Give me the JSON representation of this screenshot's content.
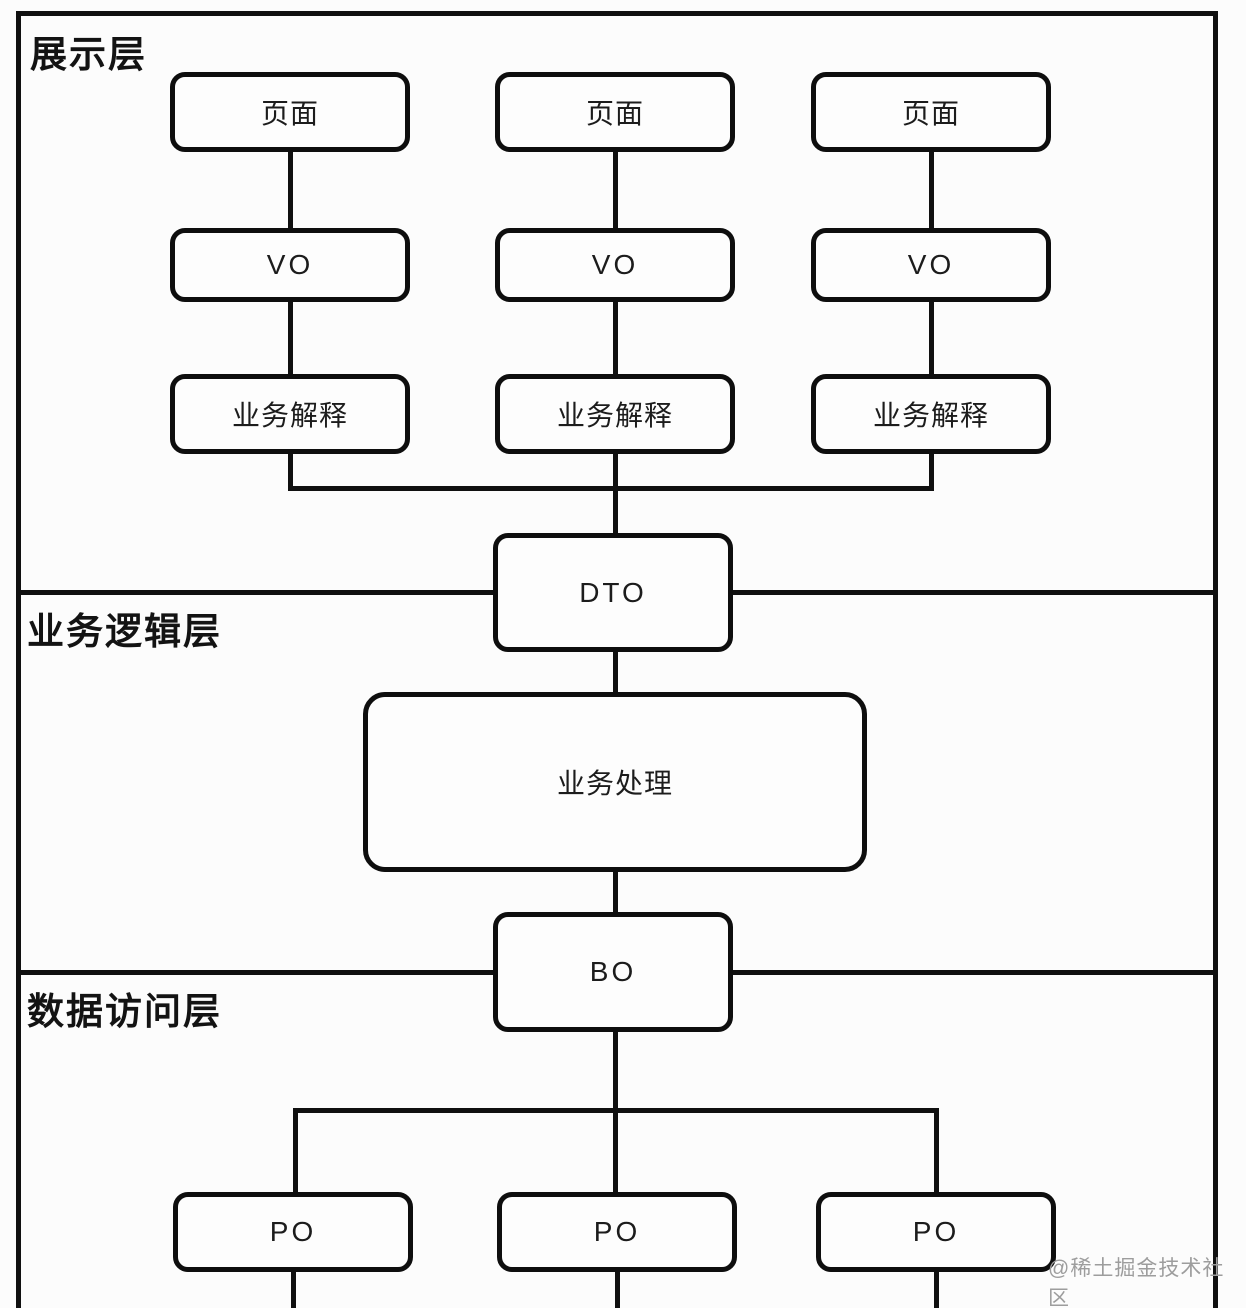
{
  "diagram": {
    "layers": {
      "presentation": {
        "label": "展示层"
      },
      "business_logic": {
        "label": "业务逻辑层"
      },
      "data_access": {
        "label": "数据访问层"
      }
    },
    "nodes": {
      "pages": [
        "页面",
        "页面",
        "页面"
      ],
      "vos": [
        "VO",
        "VO",
        "VO"
      ],
      "interpreters": [
        "业务解释",
        "业务解释",
        "业务解释"
      ],
      "dto": "DTO",
      "process": "业务处理",
      "bo": "BO",
      "pos": [
        "PO",
        "PO",
        "PO"
      ]
    },
    "edges": [
      {
        "from": "page-1",
        "to": "vo-1"
      },
      {
        "from": "page-2",
        "to": "vo-2"
      },
      {
        "from": "page-3",
        "to": "vo-3"
      },
      {
        "from": "vo-1",
        "to": "interpreter-1"
      },
      {
        "from": "vo-2",
        "to": "interpreter-2"
      },
      {
        "from": "vo-3",
        "to": "interpreter-3"
      },
      {
        "from": "interpreter-1",
        "to": "dto"
      },
      {
        "from": "interpreter-2",
        "to": "dto"
      },
      {
        "from": "interpreter-3",
        "to": "dto"
      },
      {
        "from": "dto",
        "to": "process"
      },
      {
        "from": "process",
        "to": "bo"
      },
      {
        "from": "bo",
        "to": "po-1"
      },
      {
        "from": "bo",
        "to": "po-2"
      },
      {
        "from": "bo",
        "to": "po-3"
      }
    ],
    "colors": {
      "line": "#101010",
      "background": "#fcfcfc",
      "box_fill": "#fdfdfd",
      "text": "#1c1c1c",
      "watermark": "#9d9d9d"
    },
    "watermark": "@稀土掘金技术社区"
  }
}
